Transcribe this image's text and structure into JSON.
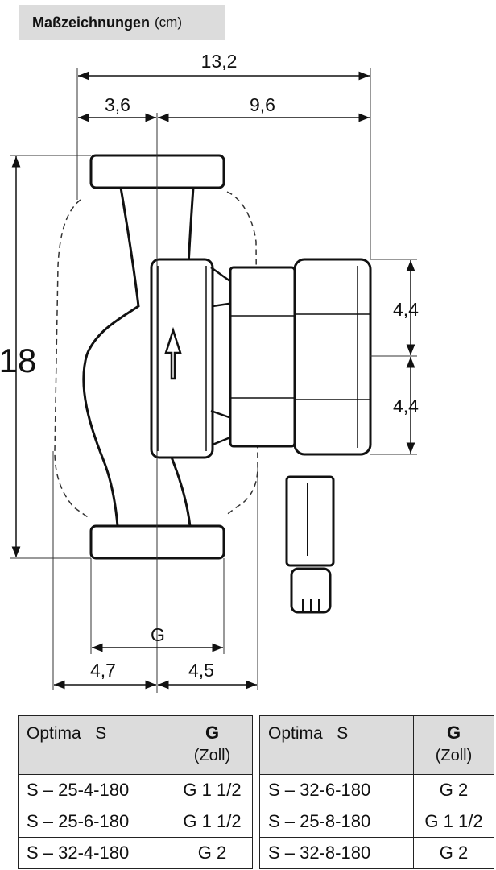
{
  "header": {
    "title": "Maßzeichnungen",
    "unit": "(cm)"
  },
  "dimensions": {
    "total_width": "13,2",
    "left_width": "3,6",
    "right_width": "9,6",
    "height": "18",
    "upper_half": "4,4",
    "lower_half": "4,4",
    "connection": "G",
    "bottom_left": "4,7",
    "bottom_right": "4,5"
  },
  "table_left": {
    "header_model": "Optima   S",
    "header_g": "G",
    "header_unit": "(Zoll)",
    "rows": [
      {
        "model": "S – 25-4-180",
        "thread": "G 1 1/2"
      },
      {
        "model": "S – 25-6-180",
        "thread": "G 1 1/2"
      },
      {
        "model": "S – 32-4-180",
        "thread": "G 2"
      }
    ]
  },
  "table_right": {
    "header_model": "Optima   S",
    "header_g": "G",
    "header_unit": "(Zoll)",
    "rows": [
      {
        "model": "S – 32-6-180",
        "thread": "G 2"
      },
      {
        "model": "S – 25-8-180",
        "thread": "G 1 1/2"
      },
      {
        "model": "S – 32-8-180",
        "thread": "G 2"
      }
    ]
  }
}
